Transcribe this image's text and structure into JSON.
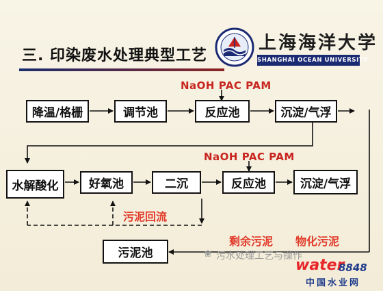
{
  "slide": {
    "title": "三. 印染废水处理典型工艺"
  },
  "logo": {
    "name_cn": "上海海洋大学",
    "name_en": "SHANGHAI OCEAN UNIVERSITY"
  },
  "diagram": {
    "row1": [
      {
        "id": "cooling-screen",
        "label": "降温/格栅"
      },
      {
        "id": "equalization",
        "label": "调节池"
      },
      {
        "id": "reaction-1",
        "label": "反应池"
      },
      {
        "id": "sedimentation-1",
        "label": "沉淀/气浮"
      }
    ],
    "row2": [
      {
        "id": "hydrolysis",
        "label": "水解酸化"
      },
      {
        "id": "aerobic",
        "label": "好氧池"
      },
      {
        "id": "secondary-clarifier",
        "label": "二沉"
      },
      {
        "id": "reaction-2",
        "label": "反应池"
      },
      {
        "id": "sedimentation-2",
        "label": "沉淀/气浮"
      }
    ],
    "sludge_tank": "污泥池",
    "chemicals_1": "NaOH  PAC  PAM",
    "chemicals_2": "NaOH  PAC  PAM",
    "sludge_return": "污泥回流",
    "residual_sludge": "剩余污泥",
    "physchem_sludge": "物化污泥"
  },
  "watermark": {
    "wechat_text": "污水处理工艺与操作",
    "site_logo": "water",
    "site_number": "8848",
    "site_cn": "中国水业网"
  },
  "colors": {
    "label_red": "#e23b2b",
    "logo_blue": "#1a2a73",
    "line": "#111111"
  }
}
